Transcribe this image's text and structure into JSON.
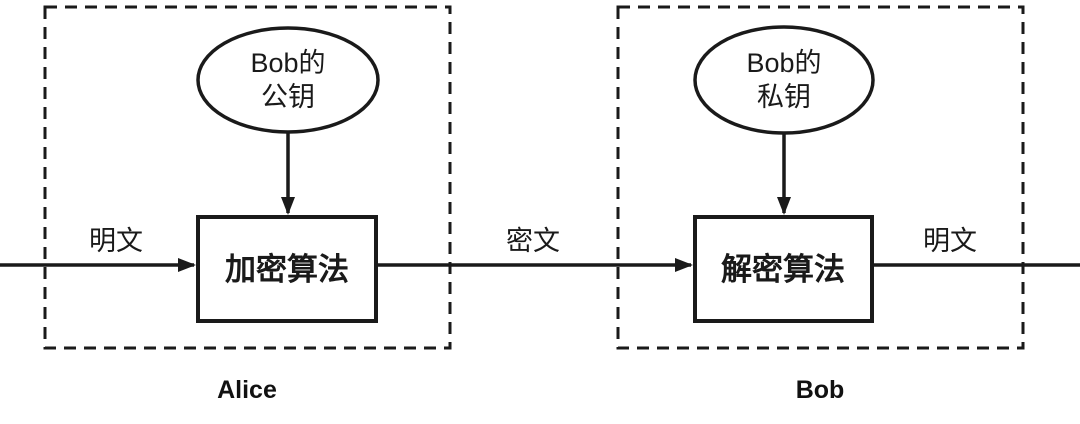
{
  "diagram": {
    "type": "public-key-encryption-flow",
    "alice": {
      "actor_label": "Alice",
      "key": {
        "line1": "Bob的",
        "line2": "公钥"
      },
      "box_label": "加密算法",
      "input_label": "明文"
    },
    "bob": {
      "actor_label": "Bob",
      "key": {
        "line1": "Bob的",
        "line2": "私钥"
      },
      "box_label": "解密算法",
      "output_label": "明文"
    },
    "channel_label": "密文",
    "colors": {
      "ink": "#1a1a1a",
      "background": "#ffffff"
    }
  }
}
